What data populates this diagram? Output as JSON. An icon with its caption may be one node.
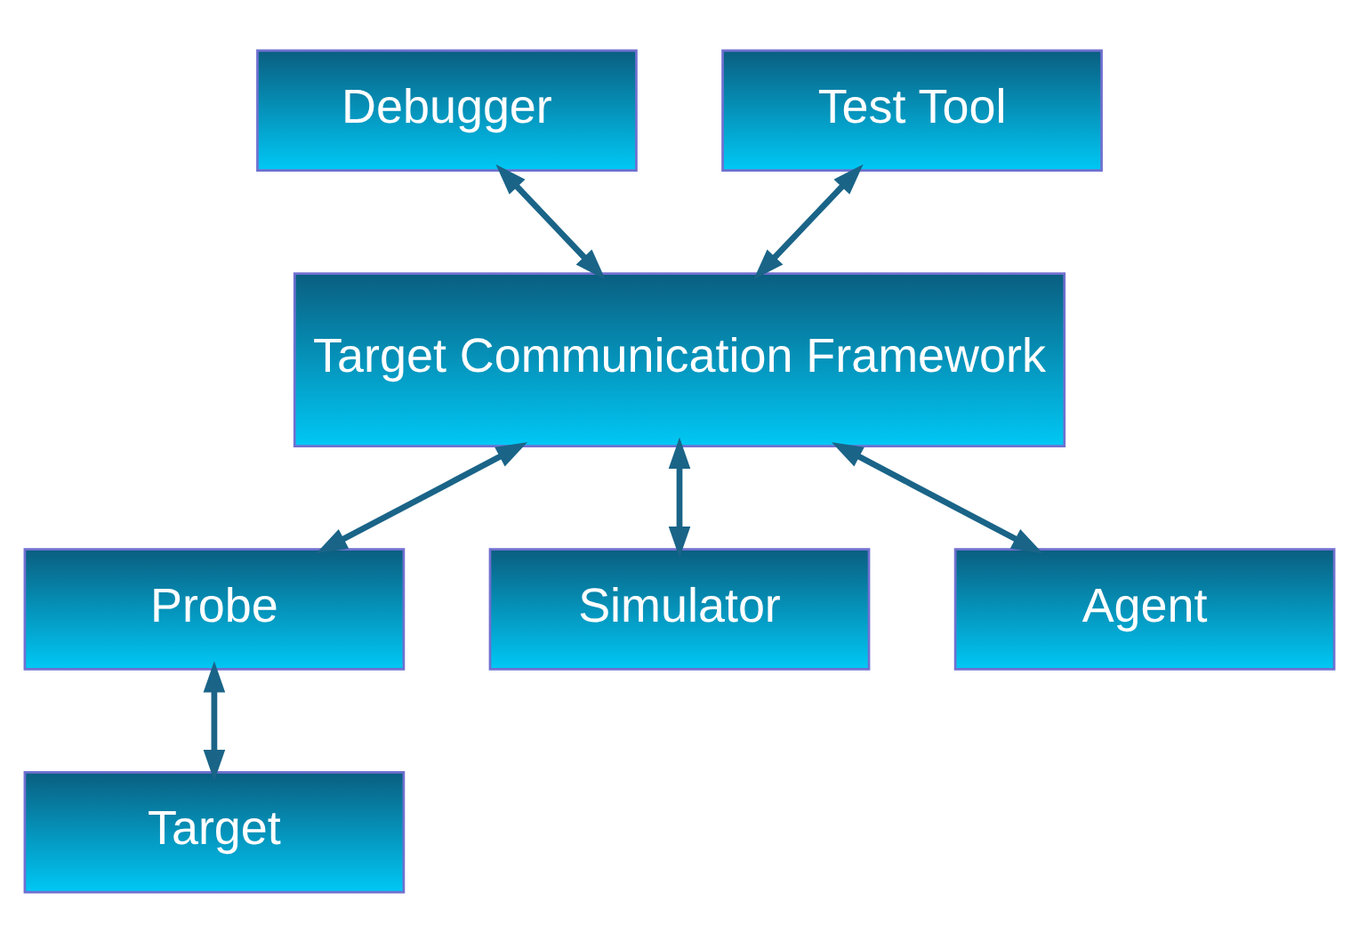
{
  "diagram": {
    "nodes": [
      {
        "text": [
          "Debugger"
        ]
      },
      {
        "text": [
          "Test Tool"
        ]
      },
      {
        "text": [
          "Target Communication Framework"
        ]
      },
      {
        "text": [
          "Probe"
        ]
      },
      {
        "text": [
          "Simulator"
        ]
      },
      {
        "text": [
          "Agent"
        ]
      },
      {
        "text": [
          "Target"
        ]
      }
    ],
    "edges": [
      {
        "from": 0,
        "to": 2,
        "arrow": "both"
      },
      {
        "from": 1,
        "to": 2,
        "arrow": "both"
      },
      {
        "from": 2,
        "to": 3,
        "arrow": "both"
      },
      {
        "from": 2,
        "to": 4,
        "arrow": "both"
      },
      {
        "from": 2,
        "to": 5,
        "arrow": "both"
      },
      {
        "from": 3,
        "to": 6,
        "arrow": "both"
      }
    ]
  }
}
